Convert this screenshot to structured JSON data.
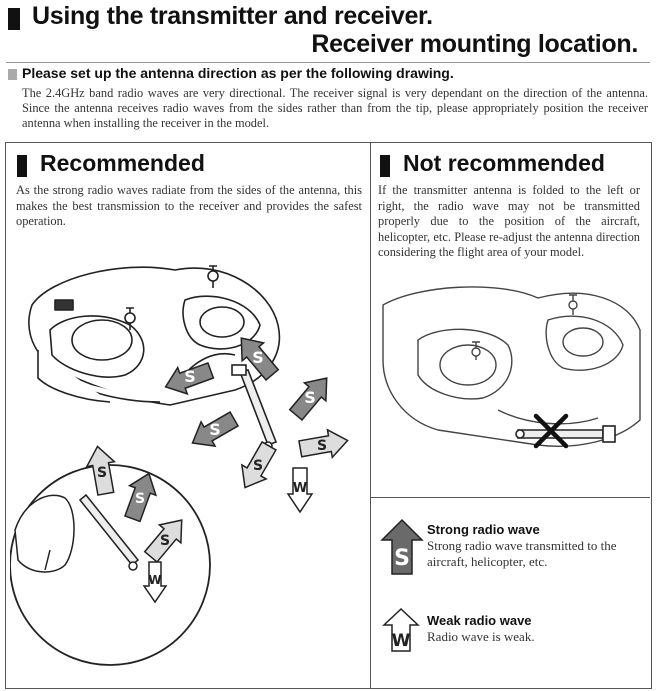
{
  "header": {
    "title_line1": "Using the transmitter and receiver.",
    "title_line2": "Receiver mounting location."
  },
  "intro": {
    "heading": "Please set up the antenna direction as per the following drawing.",
    "body": "The 2.4GHz band radio waves are very directional. The receiver signal is very dependant on the direction of the antenna. Since the antenna receives radio waves from the sides rather than from the tip, please appropriately position the receiver antenna when installing the receiver in the model."
  },
  "recommended": {
    "title": "Recommended",
    "body": "As the strong radio waves radiate from the sides of the antenna, this makes the best transmission to the receiver and provides the safest operation."
  },
  "not_recommended": {
    "title": "Not recommended",
    "body": "If the transmitter antenna is folded to the left or right, the radio wave may not be transmitted properly due to the position of the aircraft, helicopter, etc. Please re-adjust the antenna direction considering the flight area of your model."
  },
  "legend": {
    "strong": {
      "letter": "S",
      "title": "Strong radio wave",
      "text": "Strong radio wave transmitted to the aircraft, helicopter, etc."
    },
    "weak": {
      "letter": "W",
      "title": "Weak radio wave",
      "text": "Radio wave is weak."
    }
  },
  "colors": {
    "strong_arrow": "#6a6a6a",
    "strong_arrow_light": "#bdbdbd",
    "weak_arrow": "#ffffff",
    "ink": "#111111"
  },
  "icons": [
    "transmitter-illustration",
    "strong-wave-arrow-icon",
    "weak-wave-arrow-icon",
    "cross-mark-icon"
  ]
}
